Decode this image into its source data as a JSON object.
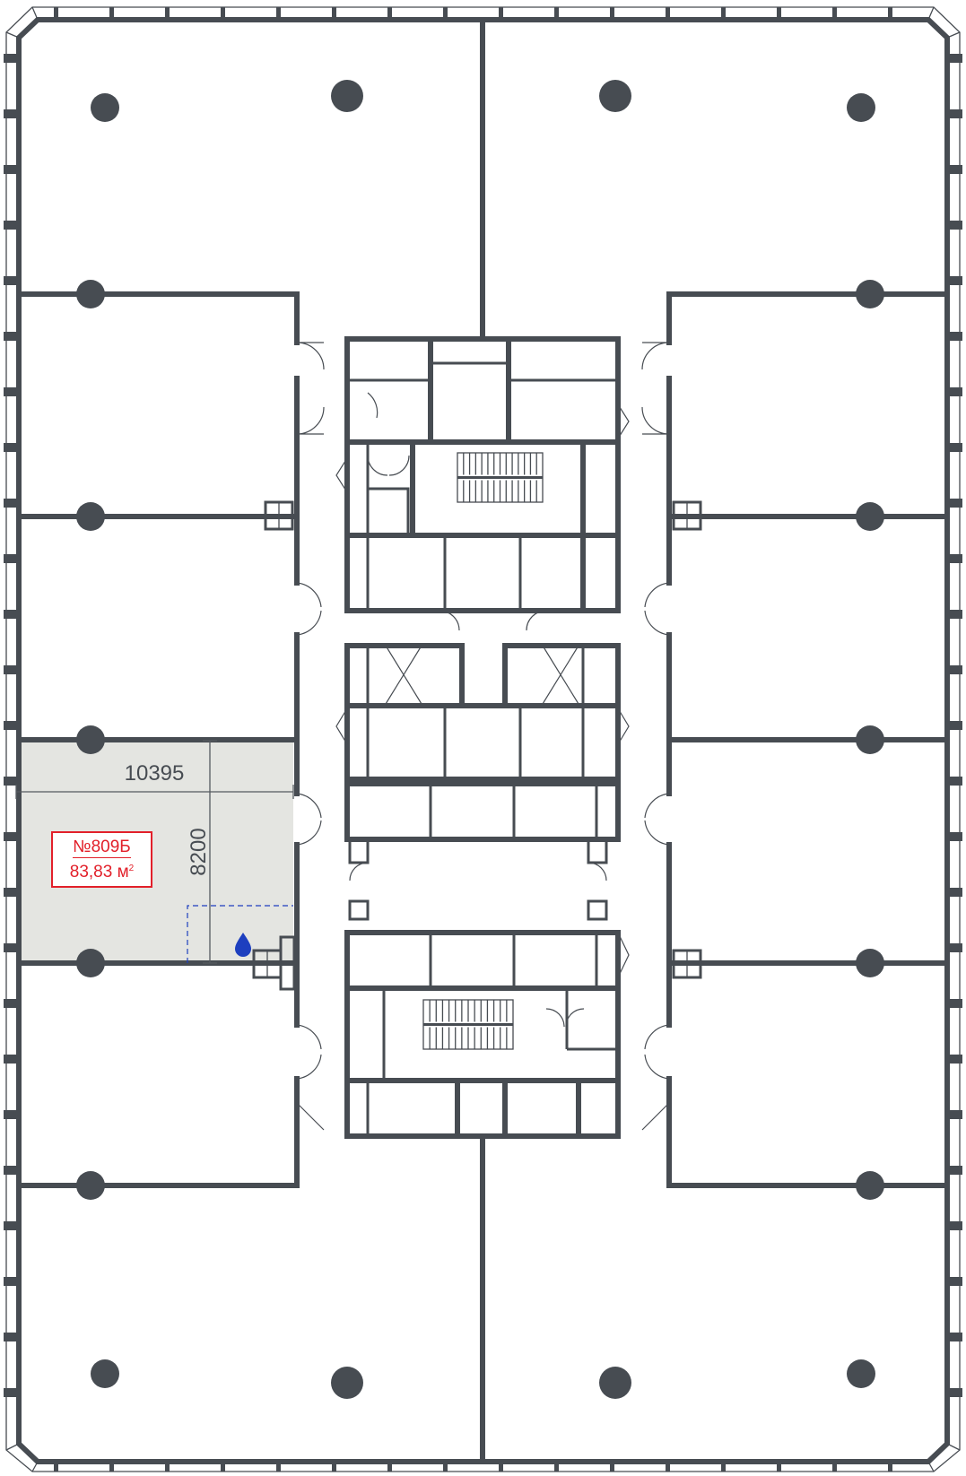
{
  "unit": {
    "number": "№809Б",
    "area_value": "83,83 м",
    "area_unit_sup": "2",
    "highlight_color": "#e4e5e1",
    "label_color": "#e2202a"
  },
  "dimensions": {
    "width": "10395",
    "depth": "8200"
  },
  "icons": {
    "water_point": "water-drop-icon"
  },
  "colors": {
    "walls": "#474c52",
    "water": "#1d3fbf"
  }
}
